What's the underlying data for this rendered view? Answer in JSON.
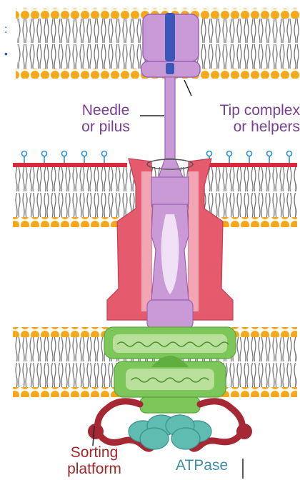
{
  "labels": {
    "needle": {
      "line1": "Needle",
      "line2": "or pilus"
    },
    "tip": {
      "line1": "Tip complex",
      "line2": "or helpers"
    },
    "sorting": {
      "line1": "Sorting",
      "line2": "platform"
    },
    "atpase": "ATPase"
  },
  "left_edge_glyphs": [
    ":",
    "•"
  ],
  "colors": {
    "lipid_head": "#f5a81c",
    "lipid_tail": "#6b6b6b",
    "lps_red": "#d62b3c",
    "lps_sugar": "#2c8fd6",
    "needle_purple": "#c99ad6",
    "needle_dark": "#9c61b5",
    "inner_rod_blue": "#3b57b8",
    "secretin_red": "#e65a6e",
    "secretin_pink": "#f2a5b3",
    "ring_green": "#7cc65a",
    "ring_light_green": "#b8e09a",
    "sorting_red": "#a72835",
    "atpase_teal": "#5fbcb1",
    "label_purple": "#7a3f93",
    "label_red": "#a0282a",
    "label_blue": "#3d8fa8"
  }
}
